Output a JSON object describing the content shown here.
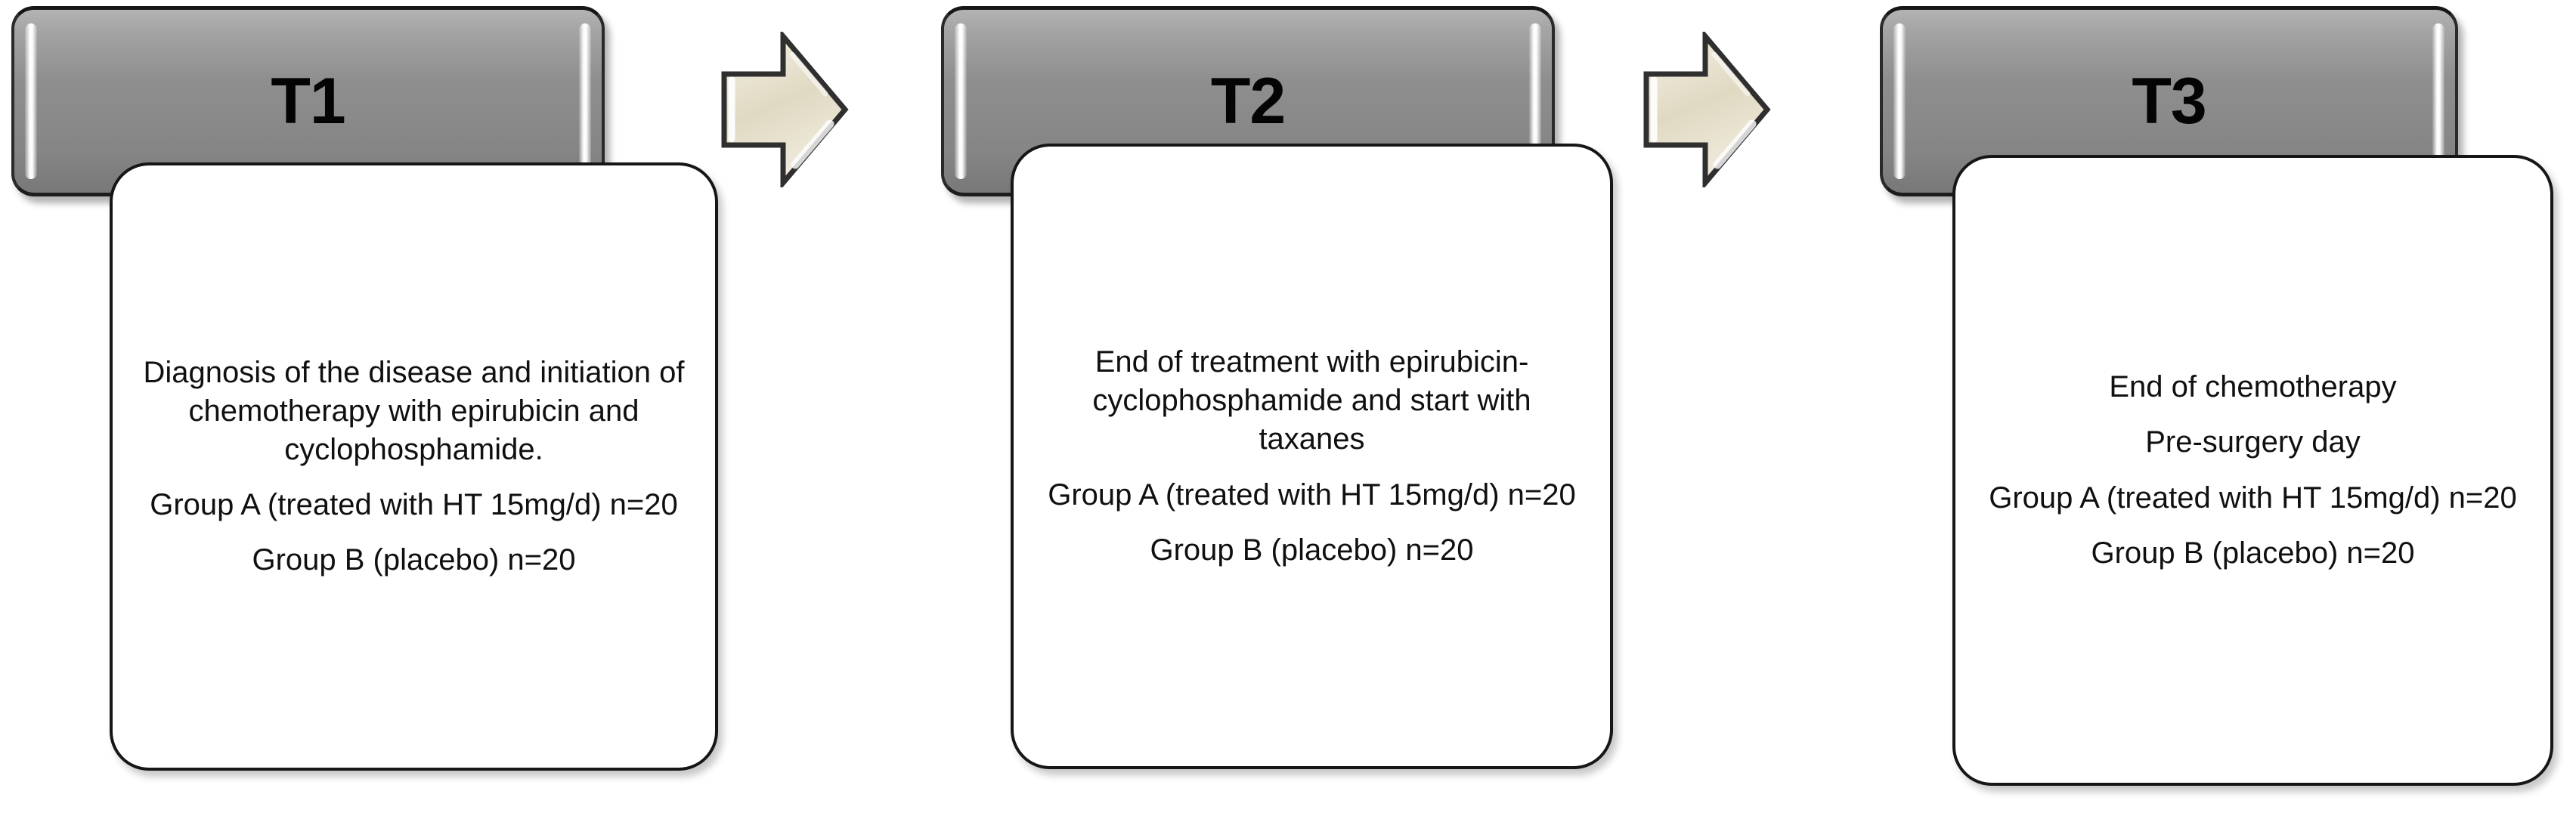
{
  "diagram": {
    "type": "timeline-flow",
    "background_color": "#ffffff",
    "header_fill_color": "#8d8d8d",
    "header_border_color": "#161616",
    "card_fill_color": "#ffffff",
    "card_border_color": "#161616",
    "arrow_fill_color": "#e3ddc8",
    "arrow_border_color": "#333333",
    "text_color": "#101010"
  },
  "timepoints": [
    {
      "id": "T1",
      "label": "T1",
      "lines": [
        "Diagnosis of the disease and initiation of chemotherapy with epirubicin and cyclophosphamide.",
        "Group A (treated with HT 15mg/d) n=20",
        "Group B (placebo) n=20"
      ]
    },
    {
      "id": "T2",
      "label": "T2",
      "lines": [
        "End of treatment with epirubicin-cyclophosphamide and start with taxanes",
        "Group A (treated with HT 15mg/d) n=20",
        "Group B (placebo) n=20"
      ]
    },
    {
      "id": "T3",
      "label": "T3",
      "lines": [
        "End of chemotherapy",
        "Pre-surgery day",
        "Group A (treated with HT 15mg/d) n=20",
        "Group B (placebo) n=20"
      ]
    }
  ],
  "connectors": [
    {
      "id": "arrow-1",
      "icon": "right-block-arrow-icon",
      "from": "T1",
      "to": "T2"
    },
    {
      "id": "arrow-2",
      "icon": "right-block-arrow-icon",
      "from": "T2",
      "to": "T3"
    }
  ]
}
